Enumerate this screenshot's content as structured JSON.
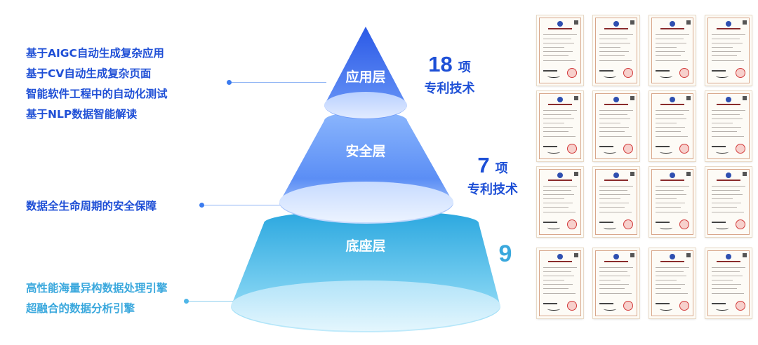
{
  "layers": {
    "top": {
      "label": "应用层",
      "count": "18",
      "unit": "项",
      "caption": "专利技术",
      "features": [
        "基于AIGC自动生成复杂应用",
        "基于CV自动生成复杂页面",
        "智能软件工程中的自动化测试",
        "基于NLP数据智能解读"
      ]
    },
    "middle": {
      "label": "安全层",
      "count": "7",
      "unit": "项",
      "caption": "专利技术",
      "features": [
        "数据全生命周期的安全保障"
      ]
    },
    "bottom": {
      "label": "底座层",
      "count": "9",
      "features": [
        "高性能海量异构数据处理引擎",
        "超融合的数据分析引擎"
      ]
    }
  },
  "colors": {
    "top_layer": "#3f6ff0",
    "middle_layer": "#7aa7fb",
    "bottom_layer": "#38b4e4",
    "text_dark_blue": "#1f4fd6",
    "text_light_blue": "#3aa8dd"
  },
  "certificates": {
    "rows": 4,
    "columns": 4,
    "total": 16
  }
}
